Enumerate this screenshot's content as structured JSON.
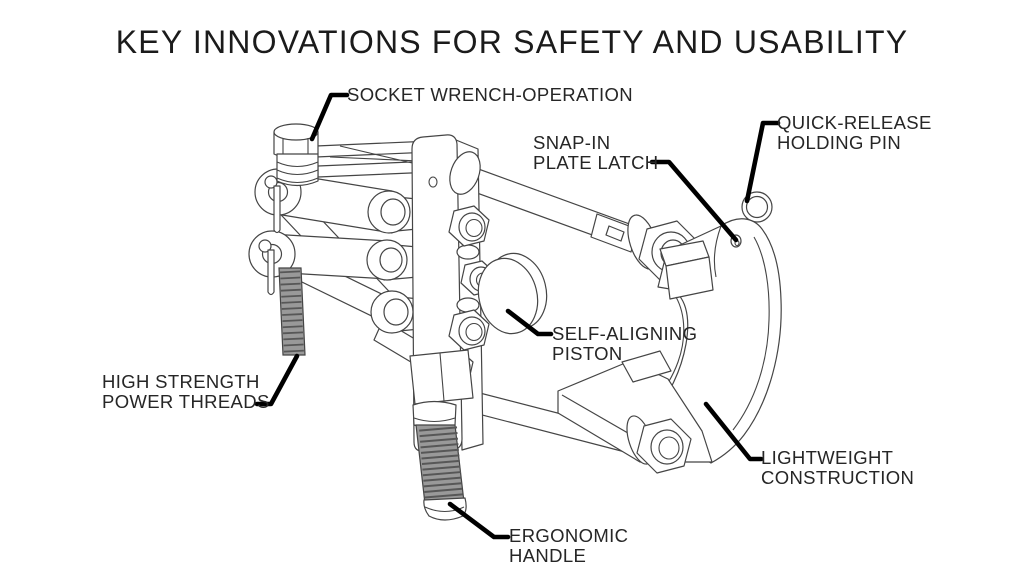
{
  "title": "KEY INNOVATIONS FOR SAFETY AND USABILITY",
  "callouts": {
    "socket_wrench": {
      "line1": "SOCKET WRENCH-OPERATION"
    },
    "quick_release": {
      "line1": "QUICK-RELEASE",
      "line2": "HOLDING PIN"
    },
    "snap_in": {
      "line1": "SNAP-IN",
      "line2": "PLATE LATCH"
    },
    "self_aligning": {
      "line1": "SELF-ALIGNING",
      "line2": "PISTON"
    },
    "high_strength": {
      "line1": "HIGH STRENGTH",
      "line2": "POWER THREADS"
    },
    "ergonomic": {
      "line1": "ERGONOMIC",
      "line2": "HANDLE"
    },
    "lightweight": {
      "line1": "LIGHTWEIGHT",
      "line2": "CONSTRUCTION"
    }
  },
  "colors": {
    "line": "#454545",
    "leader": "#000000",
    "metal": "#999999",
    "ridge": "#575757",
    "text": "#262626",
    "background": "#ffffff"
  }
}
